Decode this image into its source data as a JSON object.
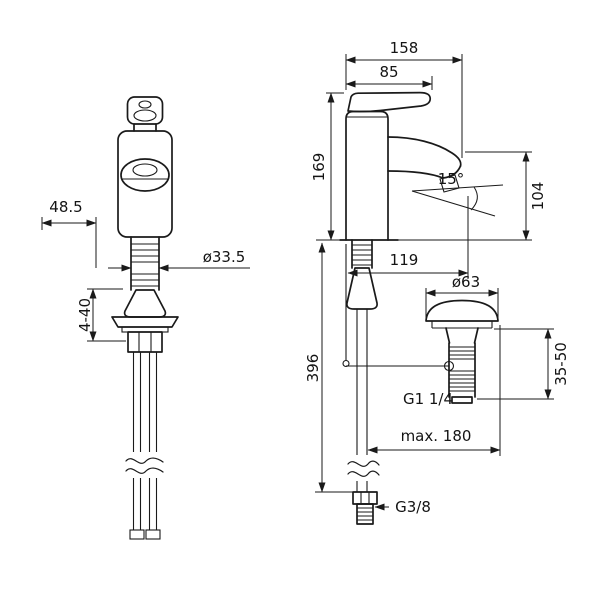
{
  "page": {
    "background": "#ffffff",
    "line_color": "#1a1a1a"
  },
  "drawing": {
    "labels": {
      "total_width": "158",
      "lever_length": "85",
      "body_height": "169",
      "spout_angle": "15°",
      "spout_height": "104",
      "spout_reach": "119",
      "waste_flange_diameter": "ø63",
      "front_offset": "48.5",
      "shank_diameter": "ø33.5",
      "deck_thickness_range": "4-40",
      "under_deck_length": "396",
      "waste_clamp_range": "35-50",
      "waste_thread": "G1 1/4",
      "max_rod_length": "max. 180",
      "supply_thread": "G3/8"
    }
  }
}
